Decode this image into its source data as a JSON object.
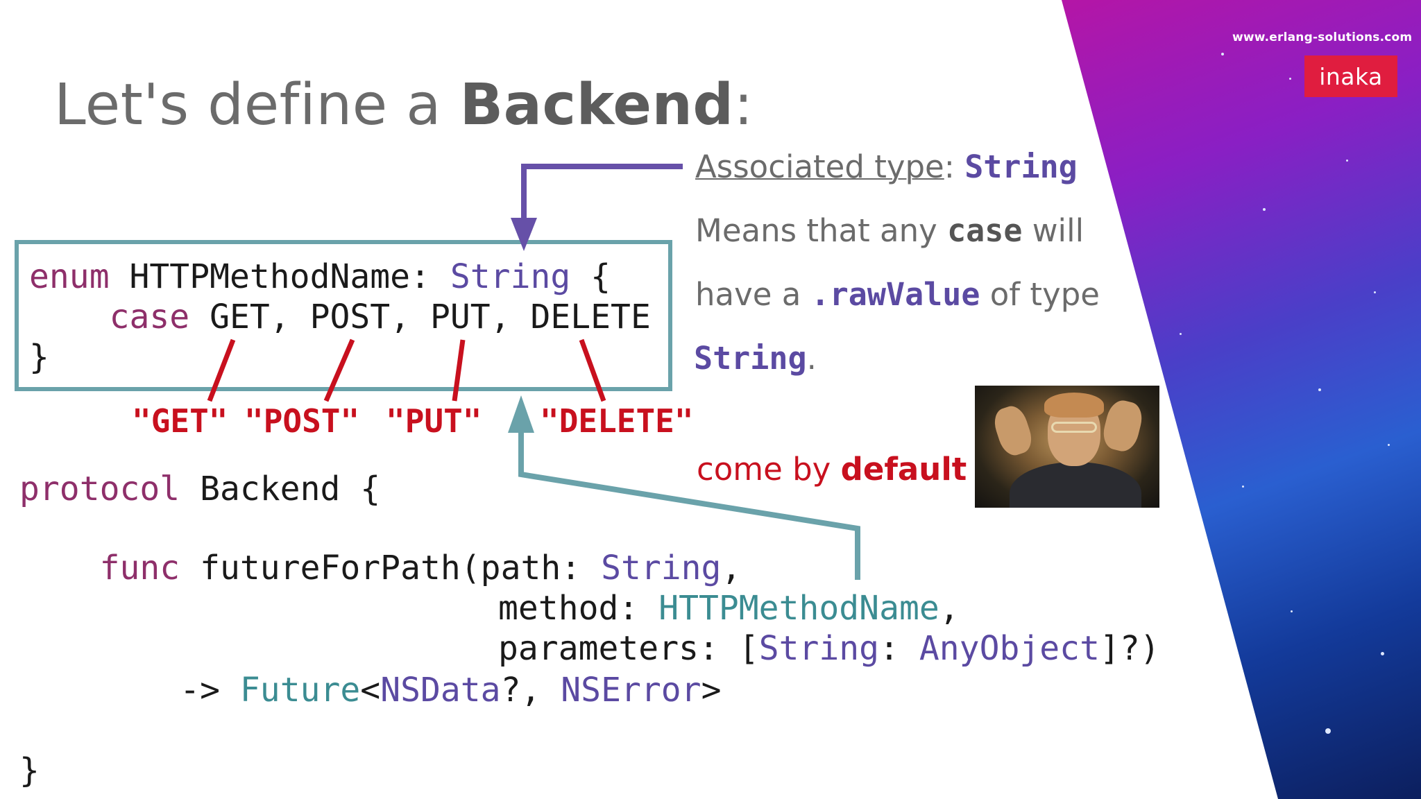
{
  "header": {
    "site_url": "www.erlang-solutions.com",
    "logo_text": "inaka"
  },
  "title": {
    "prefix": "Let's define a ",
    "bold": "Backend",
    "suffix": ":"
  },
  "enum_code": {
    "kw_enum": "enum",
    "name": " HTTPMethodName: ",
    "type": "String",
    "brace_open": " {",
    "indent": "    ",
    "kw_case": "case",
    "cases": " GET, POST, PUT, DELETE",
    "brace_close": "}"
  },
  "raw_values": [
    "\"GET\"",
    "\"POST\"",
    "\"PUT\"",
    "\"DELETE\""
  ],
  "protocol_code": {
    "kw_protocol": "protocol",
    "name": " Backend {",
    "indent": "    ",
    "kw_func": "func",
    "func_sig": " futureForPath(path: ",
    "type_string": "String",
    "comma": ",",
    "method_pad": "                   ",
    "method_label": "method: ",
    "method_type": "HTTPMethodName",
    "params_label": "parameters: [",
    "params_key_type": "String",
    "params_sep": ": ",
    "params_val_type": "AnyObject",
    "params_end": "]?)",
    "arrow_pad": "        ",
    "arrow": "-> ",
    "future": "Future",
    "lt": "<",
    "nsdata": "NSData",
    "q_comma": "?, ",
    "nserror": "NSError",
    "gt": ">",
    "brace_close": "}"
  },
  "notes": {
    "assoc_label": "Associated type",
    "assoc_colon": ": ",
    "assoc_type": "String",
    "line2_a": "Means that any ",
    "line2_b": "case",
    "line2_c": " will",
    "line3_a": "have a ",
    "line3_b": ".rawValue",
    "line3_c": " of type",
    "line4_a": "String",
    "line4_b": ".",
    "default_a": "come by ",
    "default_b": "default"
  },
  "colors": {
    "arrow_purple": "#6650a8",
    "arrow_teal": "#6aa2aa",
    "raw_red": "#c8101e"
  }
}
